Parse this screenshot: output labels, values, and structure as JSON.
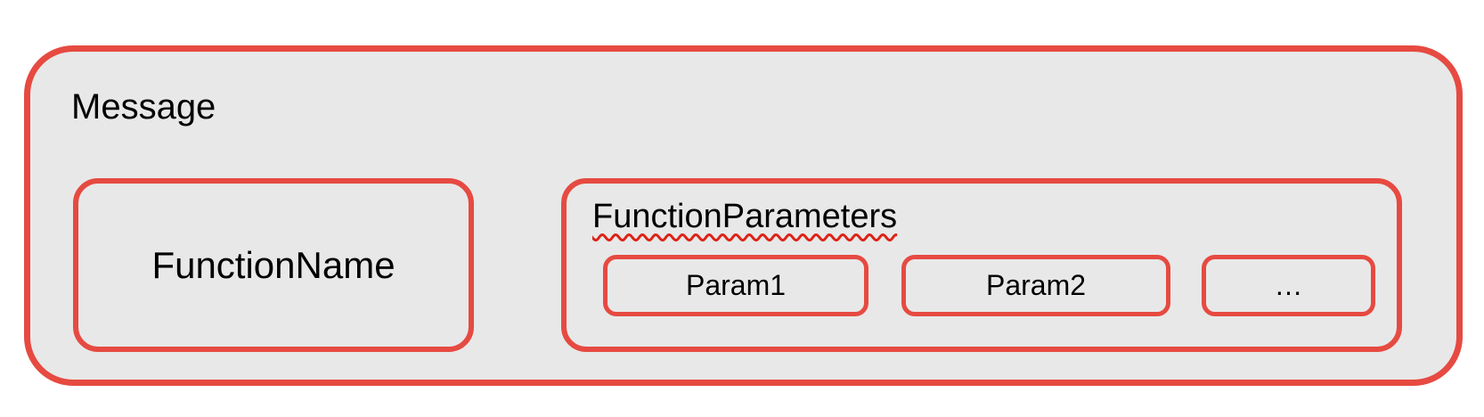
{
  "diagram": {
    "message": {
      "label": "Message"
    },
    "function_name": {
      "label": "FunctionName"
    },
    "function_parameters": {
      "label": "FunctionParameters",
      "params": [
        "Param1",
        "Param2",
        "…"
      ]
    }
  },
  "theme": {
    "border_red": "#e64a41",
    "box_fill": "#e8e8e8",
    "squiggle_red": "#dd2318",
    "text_color": "#000000",
    "page_bg": "#ffffff"
  }
}
